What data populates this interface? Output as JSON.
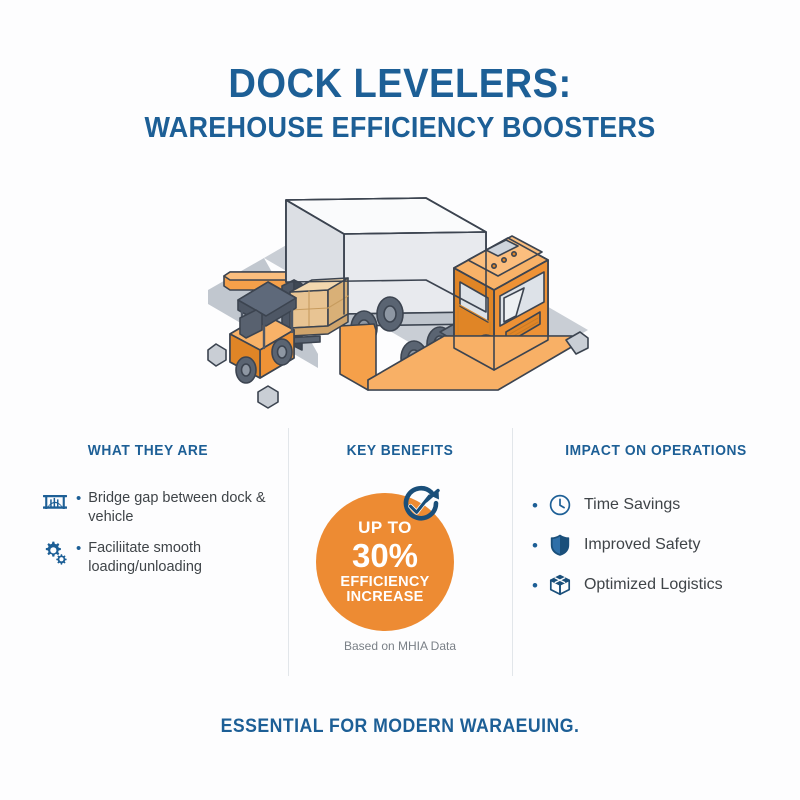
{
  "header": {
    "title_main": "DOCK LEVELERS:",
    "title_sub": "WAREHOUSE EFFICIENCY BOOSTERS"
  },
  "illustration": {
    "name": "loading-dock-truck-forklift-illustration",
    "colors": {
      "truck_orange": "#F5A04A",
      "trailer_white": "#F2F3F5",
      "dock_gray": "#C9CED5",
      "outline": "#3C4450"
    }
  },
  "columns": [
    {
      "id": "what-they-are",
      "heading": "WHAT THEY ARE",
      "items": [
        {
          "icon": "bridge-icon",
          "text": "Bridge gap between dock & vehicle"
        },
        {
          "icon": "gears-icon",
          "text": "Faciliitate smooth loading/unloading"
        }
      ]
    },
    {
      "id": "key-benefits",
      "heading": "KEY BENEFITS",
      "badge": {
        "icon": "growth-check-circle-icon",
        "line1": "UP TO",
        "value": "30%",
        "line3": "EFFICIENCY",
        "line4": "INCREASE",
        "caption": "Based on MHIA Data"
      }
    },
    {
      "id": "impact-on-operations",
      "heading": "IMPACT ON OPERATIONS",
      "items": [
        {
          "icon": "clock-icon",
          "text": "Time Savings"
        },
        {
          "icon": "shield-icon",
          "text": "Improved Safety"
        },
        {
          "icon": "box-icon",
          "text": "Optimized Logistics"
        }
      ]
    }
  ],
  "footer": {
    "tagline": "ESSENTIAL FOR MODERN WARAEUING."
  },
  "theme": {
    "blue": "#1D5F96",
    "dark_blue": "#1A4F7A",
    "orange": "#ED8B33",
    "body_text": "#3F4448",
    "caption_text": "#7A8087",
    "divider": "#E2E6EA",
    "background": "#FDFDFE"
  }
}
